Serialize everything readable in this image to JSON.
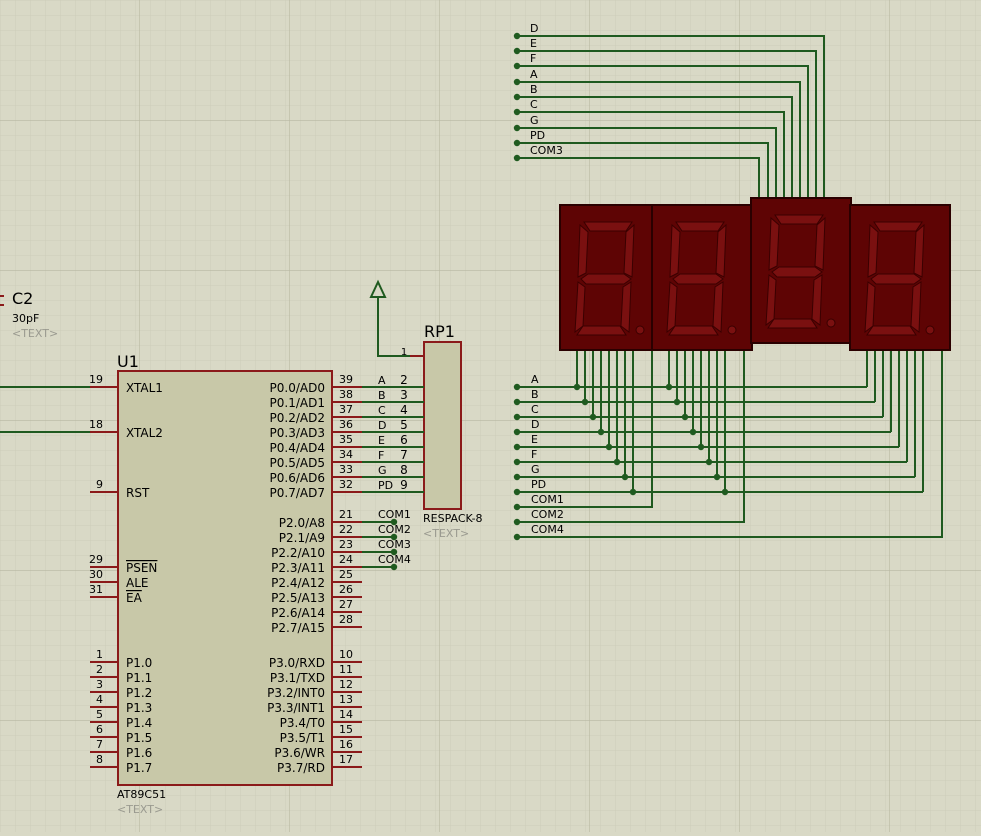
{
  "components": {
    "c2": {
      "ref": "C2",
      "value": "30pF",
      "text": "<TEXT>"
    },
    "u1": {
      "ref": "U1",
      "part": "AT89C51",
      "text": "<TEXT>",
      "left_pins": [
        {
          "num": "19",
          "name": "XTAL1"
        },
        {
          "num": "18",
          "name": "XTAL2"
        },
        {
          "num": "9",
          "name": "RST"
        },
        {
          "num": "29",
          "name": "PSEN"
        },
        {
          "num": "30",
          "name": "ALE"
        },
        {
          "num": "31",
          "name": "EA"
        },
        {
          "num": "1",
          "name": "P1.0"
        },
        {
          "num": "2",
          "name": "P1.1"
        },
        {
          "num": "3",
          "name": "P1.2"
        },
        {
          "num": "4",
          "name": "P1.3"
        },
        {
          "num": "5",
          "name": "P1.4"
        },
        {
          "num": "6",
          "name": "P1.5"
        },
        {
          "num": "7",
          "name": "P1.6"
        },
        {
          "num": "8",
          "name": "P1.7"
        }
      ],
      "right_pins": [
        {
          "num": "39",
          "name": "P0.0/AD0"
        },
        {
          "num": "38",
          "name": "P0.1/AD1"
        },
        {
          "num": "37",
          "name": "P0.2/AD2"
        },
        {
          "num": "36",
          "name": "P0.3/AD3"
        },
        {
          "num": "35",
          "name": "P0.4/AD4"
        },
        {
          "num": "34",
          "name": "P0.5/AD5"
        },
        {
          "num": "33",
          "name": "P0.6/AD6"
        },
        {
          "num": "32",
          "name": "P0.7/AD7"
        },
        {
          "num": "21",
          "name": "P2.0/A8"
        },
        {
          "num": "22",
          "name": "P2.1/A9"
        },
        {
          "num": "23",
          "name": "P2.2/A10"
        },
        {
          "num": "24",
          "name": "P2.3/A11"
        },
        {
          "num": "25",
          "name": "P2.4/A12"
        },
        {
          "num": "26",
          "name": "P2.5/A13"
        },
        {
          "num": "27",
          "name": "P2.6/A14"
        },
        {
          "num": "28",
          "name": "P2.7/A15"
        },
        {
          "num": "10",
          "name": "P3.0/RXD"
        },
        {
          "num": "11",
          "name": "P3.1/TXD"
        },
        {
          "num": "12",
          "name": "P3.2/INT0"
        },
        {
          "num": "13",
          "name": "P3.3/INT1"
        },
        {
          "num": "14",
          "name": "P3.4/T0"
        },
        {
          "num": "15",
          "name": "P3.5/T1"
        },
        {
          "num": "16",
          "name": "P3.6/WR"
        },
        {
          "num": "17",
          "name": "P3.7/RD"
        }
      ]
    },
    "rp1": {
      "ref": "RP1",
      "part": "RESPACK-8",
      "text": "<TEXT>",
      "pins": [
        "1",
        "2",
        "3",
        "4",
        "5",
        "6",
        "7",
        "8",
        "9"
      ],
      "net_labels": [
        "A",
        "B",
        "C",
        "D",
        "E",
        "F",
        "G",
        "PD"
      ]
    }
  },
  "com_labels_u1": [
    "COM1",
    "COM2",
    "COM3",
    "COM4"
  ],
  "top_bus_labels": [
    "D",
    "E",
    "F",
    "A",
    "B",
    "C",
    "G",
    "PD",
    "COM3"
  ],
  "mid_bus_labels": [
    "A",
    "B",
    "C",
    "D",
    "E",
    "F",
    "G",
    "PD",
    "COM1",
    "COM2",
    "COM4"
  ],
  "display": {
    "digits": 4,
    "segment_color": "#7a1010",
    "body_color": "#5e0404"
  },
  "colors": {
    "wire": "#1f5a1f",
    "component_outline": "#8b1a1a",
    "component_fill": "#c8c8a8",
    "grid_minor": "#c9c9b4",
    "grid_major": "#b9b9a3"
  }
}
